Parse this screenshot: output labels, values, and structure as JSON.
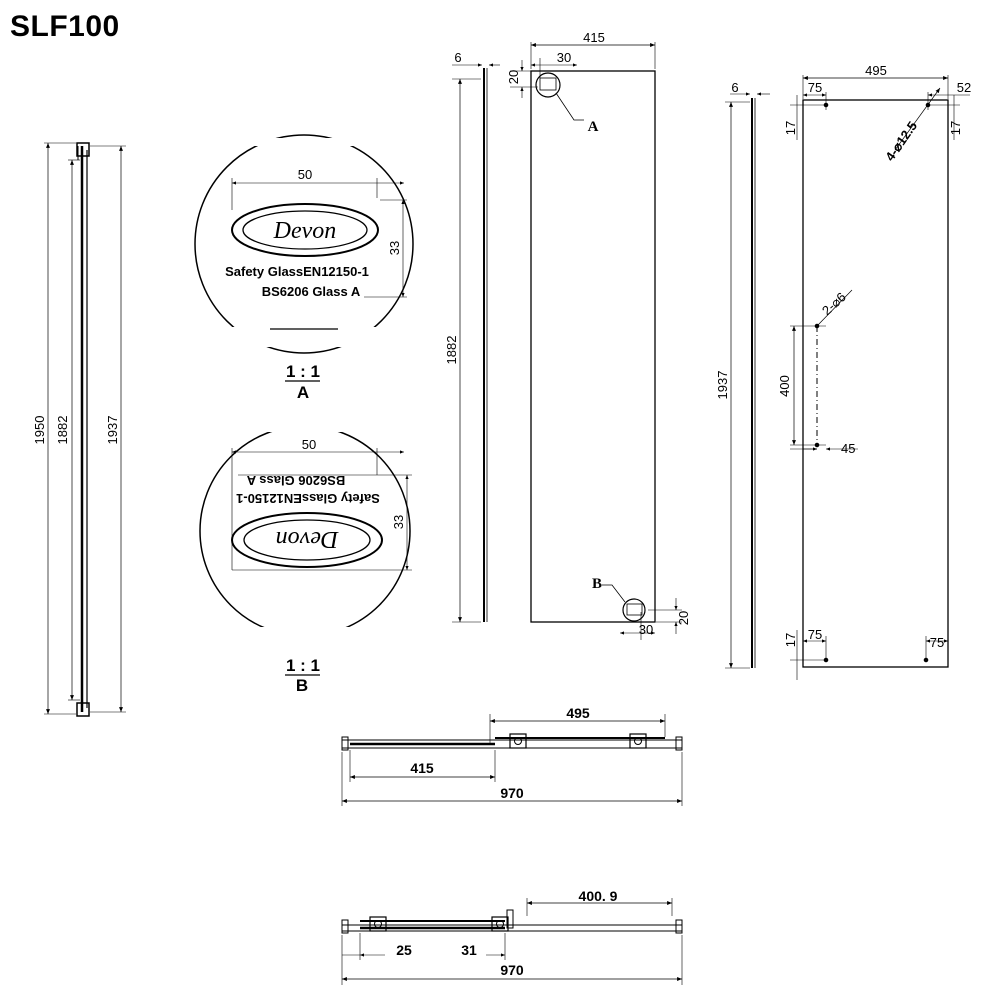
{
  "title": "SLF100",
  "side_view": {
    "dim_1950": "1950",
    "dim_1882": "1882",
    "dim_1937": "1937"
  },
  "detail_a": {
    "width": "50",
    "height": "33",
    "logo": "Devon",
    "line1": "Safety GlassEN12150-1",
    "line2": "BS6206 Glass A",
    "scale": "1 : 1",
    "label": "A"
  },
  "detail_b": {
    "width": "50",
    "height": "33",
    "logo": "Devon",
    "line1": "Safety GlassEN12150-1",
    "line2": "BS6206 Glass A",
    "scale": "1 : 1",
    "label": "B"
  },
  "fixed_panel": {
    "thickness": "6",
    "height": "1882",
    "width": "415",
    "offset_x": "30",
    "offset_y": "20",
    "offset_x_b": "30",
    "offset_y_b": "20",
    "callout_a": "A",
    "callout_b": "B"
  },
  "door_panel": {
    "thickness": "6",
    "height": "1937",
    "width": "495",
    "edge_left": "75",
    "edge_right": "52",
    "edge_top_left": "17",
    "edge_top_right": "17",
    "holes_top": "4-⌀12.5",
    "holes_mid": "2-⌀6",
    "handle_spacing": "400",
    "handle_offset": "45",
    "bottom_left_x": "75",
    "bottom_left_y": "17",
    "bottom_right_x": "75"
  },
  "plan_closed": {
    "door_width": "495",
    "fixed_width": "415",
    "overall": "970"
  },
  "plan_open": {
    "opening": "400. 9",
    "left_offset": "25",
    "mid_offset": "31",
    "overall": "970"
  }
}
